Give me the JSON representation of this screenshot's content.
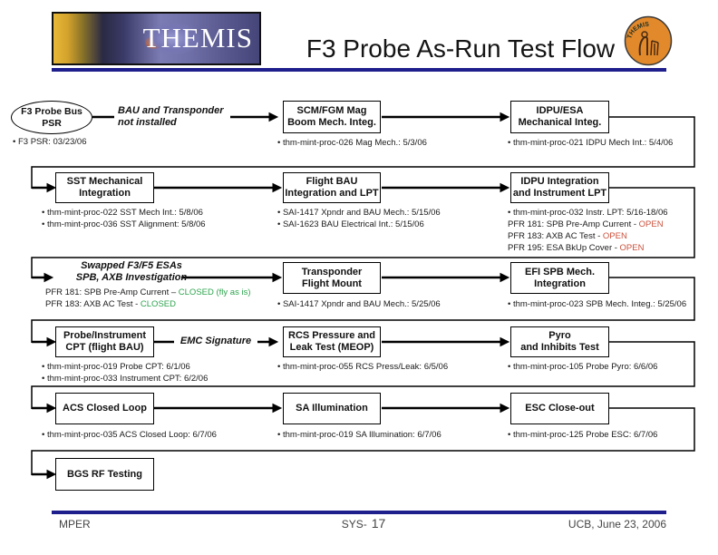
{
  "header": {
    "banner_text": "THEMIS",
    "title": "F3 Probe As-Run Test Flow"
  },
  "colors": {
    "navy": "#1e1e8c",
    "open": "#cb513c",
    "closed": "#2ea44e",
    "seal_orange": "#e2892b"
  },
  "labels": {
    "bau_line1": "BAU and Transponder",
    "bau_line2": "not installed",
    "emc": "EMC Signature"
  },
  "nodes": {
    "psr": {
      "line1": "F3 Probe Bus",
      "line2": "PSR",
      "note1": "• F3 PSR: 03/23/06"
    },
    "scm": {
      "line1": "SCM/FGM Mag",
      "line2": "Boom Mech. Integ.",
      "note1": "• thm-mint-proc-026 Mag Mech.: 5/3/06"
    },
    "idpu_mech": {
      "line1": "IDPU/ESA",
      "line2": "Mechanical Integ.",
      "note1": "• thm-mint-proc-021 IDPU Mech Int.: 5/4/06"
    },
    "sst": {
      "line1": "SST Mechanical",
      "line2": "Integration",
      "note1": "• thm-mint-proc-022 SST Mech Int.: 5/8/06",
      "note2": "• thm-mint-proc-036 SST Alignment: 5/8/06"
    },
    "flight_bau": {
      "line1": "Flight BAU",
      "line2": "Integration and LPT",
      "note1": "• SAI-1417 Xpndr and BAU Mech.: 5/15/06",
      "note2": "• SAI-1623 BAU Electrical Int.: 5/15/06"
    },
    "idpu_int": {
      "line1": "IDPU Integration",
      "line2": "and Instrument LPT",
      "note1": "• thm-mint-proc-032 Instr. LPT: 5/16-18/06",
      "pfr1_text": "PFR 181: SPB Pre-Amp Current - ",
      "pfr1_status": "OPEN",
      "pfr2_text": "PFR 183: AXB AC Test - ",
      "pfr2_status": "OPEN",
      "pfr3_text": "PFR 195: ESA BkUp Cover - ",
      "pfr3_status": "OPEN"
    },
    "swapped": {
      "line1": "Swapped F3/F5 ESAs",
      "line2": "SPB, AXB Investigation",
      "pfr1_text": "PFR 181: SPB Pre-Amp Current – ",
      "pfr1_status": "CLOSED (fly as is)",
      "pfr2_text": "PFR 183: AXB AC Test - ",
      "pfr2_status": "CLOSED"
    },
    "transponder": {
      "line1": "Transponder",
      "line2": "Flight Mount",
      "note1": "• SAI-1417 Xpndr and BAU Mech.: 5/25/06"
    },
    "efi_spb": {
      "line1": "EFI SPB Mech.",
      "line2": "Integration",
      "note1": "• thm-mint-proc-023 SPB Mech. Integ.: 5/25/06"
    },
    "probe_cpt": {
      "line1": "Probe/Instrument",
      "line2": "CPT (flight BAU)",
      "note1": "• thm-mint-proc-019 Probe CPT: 6/1/06",
      "note2": "• thm-mint-proc-033 Instrument CPT: 6/2/06"
    },
    "rcs": {
      "line1": "RCS Pressure and",
      "line2": "Leak Test (MEOP)",
      "note1": "• thm-mint-proc-055 RCS Press/Leak: 6/5/06"
    },
    "pyro": {
      "line1": "Pyro",
      "line2": "and Inhibits Test",
      "note1": "• thm-mint-proc-105 Probe Pyro: 6/6/06"
    },
    "acs": {
      "line1": "ACS Closed Loop",
      "note1": "• thm-mint-proc-035 ACS Closed Loop: 6/7/06"
    },
    "sa": {
      "line1": "SA Illumination",
      "note1": "• thm-mint-proc-019 SA Illumination: 6/7/06"
    },
    "esc": {
      "line1": "ESC Close-out",
      "note1": "• thm-mint-proc-125 Probe ESC: 6/7/06"
    },
    "bgs": {
      "line1": "BGS RF Testing"
    }
  },
  "footer": {
    "left": "MPER",
    "center_prefix": "SYS-",
    "page": "17",
    "right": "UCB, June 23, 2006"
  }
}
